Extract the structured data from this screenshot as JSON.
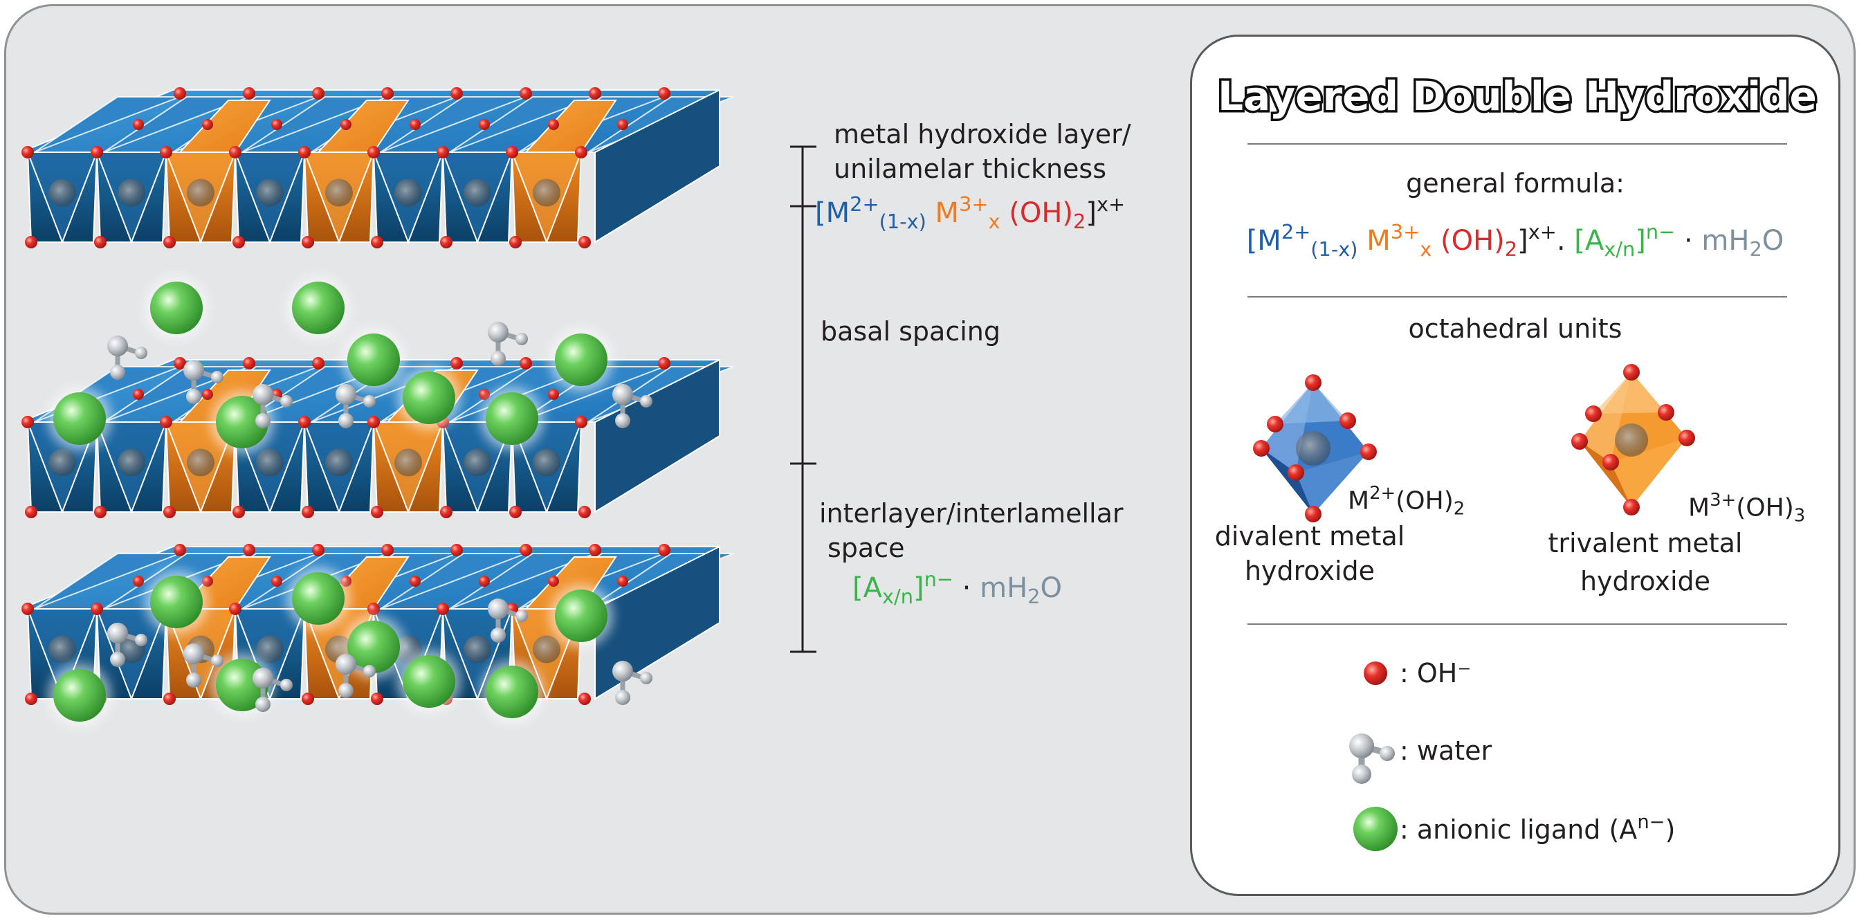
{
  "colors": {
    "divalent": "#1f74b8",
    "trivalent": "#f28c1e",
    "hydroxide": "#e8322b",
    "water": "#b7bdc3",
    "anion": "#4cb848",
    "panel": "#e4e6e7"
  },
  "structure_labels": {
    "metal_layer": [
      "metal hydroxide layer/",
      "unilamelar thickness"
    ],
    "layer_formula": {
      "open": "[M",
      "m2_charge": "2+",
      "m2_sub": "(1-x)",
      "m3": "M",
      "m3_charge": "3+",
      "m3_sub": "x",
      "oh": "(OH)",
      "oh_sub": "2",
      "close": "]",
      "charge": "x+"
    },
    "basal_spacing": "basal spacing",
    "interlayer": [
      "interlayer/interlamellar",
      "space"
    ],
    "interlayer_formula": {
      "open": "[A",
      "sub": "x/n",
      "close": "]",
      "charge": "n−",
      "dot": " · ",
      "water": "mH",
      "water_sub": "2",
      "water_end": "O"
    }
  },
  "legend": {
    "title": "Layered Double Hydroxide",
    "general_formula_label": "general formula:",
    "general_formula": {
      "open": "[M",
      "m2_charge": "2+",
      "m2_sub": "(1-x)",
      "m3": "M",
      "m3_charge": "3+",
      "m3_sub": "x",
      "oh": "(OH)",
      "oh_sub": "2",
      "close": "]",
      "charge": "x+",
      "sep": ". ",
      "a_open": "[A",
      "a_sub": "x/n",
      "a_close": "]",
      "a_charge": "n−",
      "dot": " · ",
      "water": "mH",
      "water_sub": "2",
      "water_end": "O"
    },
    "octahedral_units_label": "octahedral units",
    "divalent": {
      "formula": "M",
      "charge": "2+",
      "oh": "(OH)",
      "sub": "2",
      "name": [
        "divalent metal",
        "hydroxide"
      ]
    },
    "trivalent": {
      "formula": "M",
      "charge": "3+",
      "oh": "(OH)",
      "sub": "3",
      "name": [
        "trivalent metal",
        "hydroxide"
      ]
    },
    "keys": {
      "oh": ": OH⁻",
      "water": ": water",
      "anion": ": anionic ligand (A",
      "anion_sup": "n−",
      "anion_close": ")"
    }
  }
}
